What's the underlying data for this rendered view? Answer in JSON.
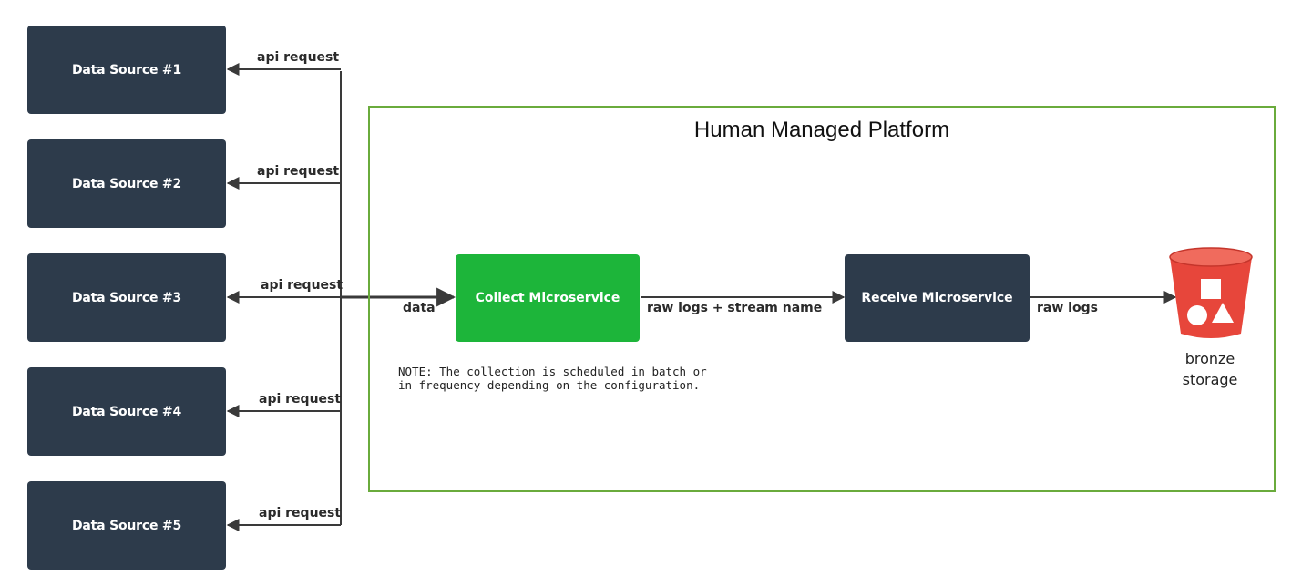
{
  "data_sources": [
    {
      "label": "Data Source #1",
      "edge_label": "api request"
    },
    {
      "label": "Data Source #2",
      "edge_label": "api request"
    },
    {
      "label": "Data Source #3",
      "edge_label": "api request"
    },
    {
      "label": "Data Source #4",
      "edge_label": "api request"
    },
    {
      "label": "Data Source #5",
      "edge_label": "api request"
    }
  ],
  "platform": {
    "title": "Human Managed Platform",
    "collect_label": "Collect Microservice",
    "receive_label": "Receive Microservice",
    "edge_data": "data",
    "edge_raw_stream": "raw logs + stream name",
    "edge_raw_logs": "raw logs",
    "note_line1": "NOTE: The collection is scheduled in batch or",
    "note_line2": "in frequency depending on the configuration.",
    "storage_line1": "bronze",
    "storage_line2": "storage"
  },
  "colors": {
    "source_box": "#2d3b4b",
    "collect_box": "#1db53a",
    "platform_border": "#6aab3c",
    "bucket": "#e7463b"
  },
  "icons": {
    "storage": "storage-bucket-icon"
  }
}
